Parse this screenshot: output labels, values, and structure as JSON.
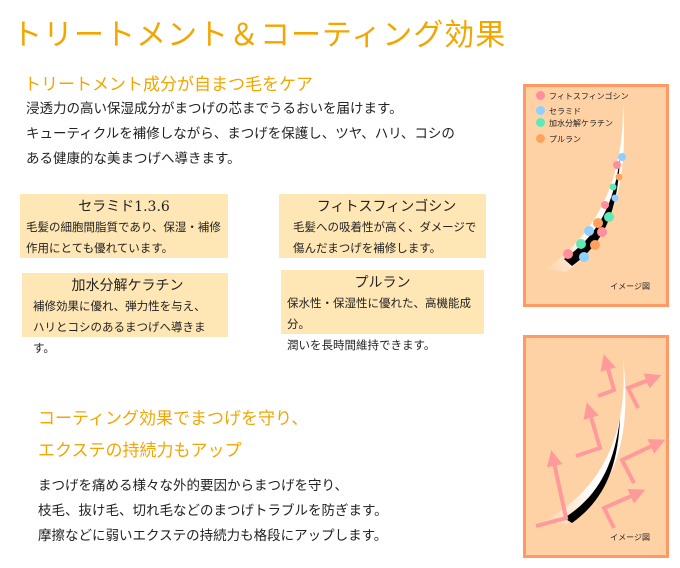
{
  "title": "トリートメント＆コーティング効果",
  "section1": {
    "heading": "トリートメント成分が自まつ毛をケア",
    "lines": [
      "浸透力の高い保湿成分がまつげの芯までうるおいを届けます。",
      "キューティクルを補修しながら、まつげを保護し、ツヤ、ハリ、コシの",
      "ある健康的な美まつげへ導きます。"
    ]
  },
  "ingredients": [
    {
      "name": "セラミド1.3.6",
      "lines": [
        "毛髪の細胞間脂質であり、保湿・補修",
        "作用にとても優れています。"
      ]
    },
    {
      "name": "フィトスフィンゴシン",
      "lines": [
        "毛髪への吸着性が高く、ダメージで",
        "傷んだまつげを補修します。"
      ]
    },
    {
      "name": "加水分解ケラチン",
      "lines": [
        "補修効果に優れ、弾力性を与え、",
        "ハリとコシのあるまつげへ導きます。"
      ]
    },
    {
      "name": "プルラン",
      "lines": [
        "保水性・保湿性に優れた、高機能成分。",
        "潤いを長時間維持できます。"
      ]
    }
  ],
  "section2": {
    "heading_lines": [
      "コーティング効果でまつげを守り、",
      "エクステの持続力もアップ"
    ],
    "lines": [
      "まつげを痛める様々な外的要因からまつげを守り、",
      "枝毛、抜け毛、切れ毛などのまつげトラブルを防ぎます。",
      "摩擦などに弱いエクステの持続力も格段にアップします。"
    ]
  },
  "panel1": {
    "legend": [
      {
        "label": "フィトスフィンゴシン",
        "color": "#ff8f9c"
      },
      {
        "label": "セラミド",
        "color": "#8fd0ff"
      },
      {
        "label": "加水分解ケラチン",
        "color": "#5fe8b8"
      },
      {
        "label": "プルラン",
        "color": "#ffa35c"
      }
    ],
    "caption": "イメージ図"
  },
  "panel2": {
    "caption": "イメージ図"
  }
}
